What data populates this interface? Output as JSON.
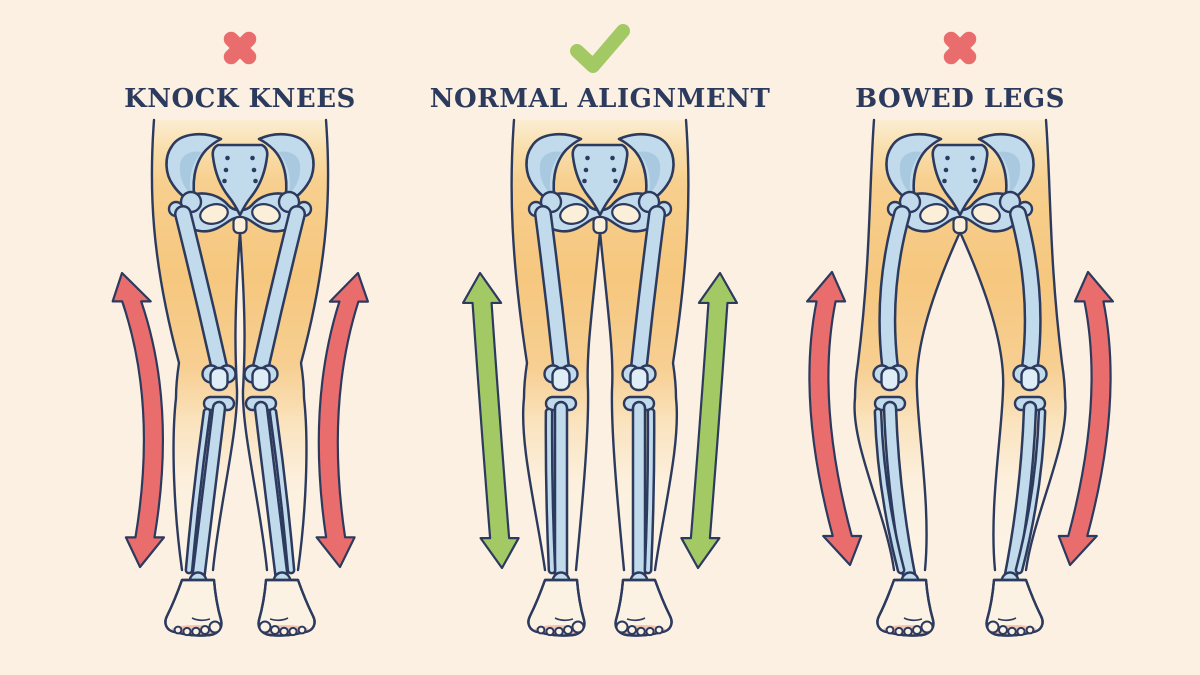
{
  "page": {
    "background": "#FBF0E2",
    "description_type": "leg-alignment-comparison-diagram"
  },
  "palette": {
    "navy": "#2C3A5E",
    "red": "#E96D6D",
    "green": "#A3C964",
    "bone": "#C1DAEC",
    "bone_shade": "#9FC3DB",
    "bone_light": "#DFEDF7",
    "skin": "#F6C77E",
    "cream": "#FCF2E4",
    "pink": "#F5C2B2"
  },
  "figures": [
    {
      "id": "knock-knees",
      "title": "KNOCK KNEES",
      "status_icon": "cross-icon",
      "status_color": "#E96D6D",
      "arrow_color": "#E96D6D",
      "alignment": "knees-angled-inward"
    },
    {
      "id": "normal-alignment",
      "title": "NORMAL ALIGNMENT",
      "status_icon": "check-icon",
      "status_color": "#A3C964",
      "arrow_color": "#A3C964",
      "alignment": "straight"
    },
    {
      "id": "bowed-legs",
      "title": "BOWED LEGS",
      "status_icon": "cross-icon",
      "status_color": "#E96D6D",
      "arrow_color": "#E96D6D",
      "alignment": "knees-bowed-outward"
    }
  ]
}
